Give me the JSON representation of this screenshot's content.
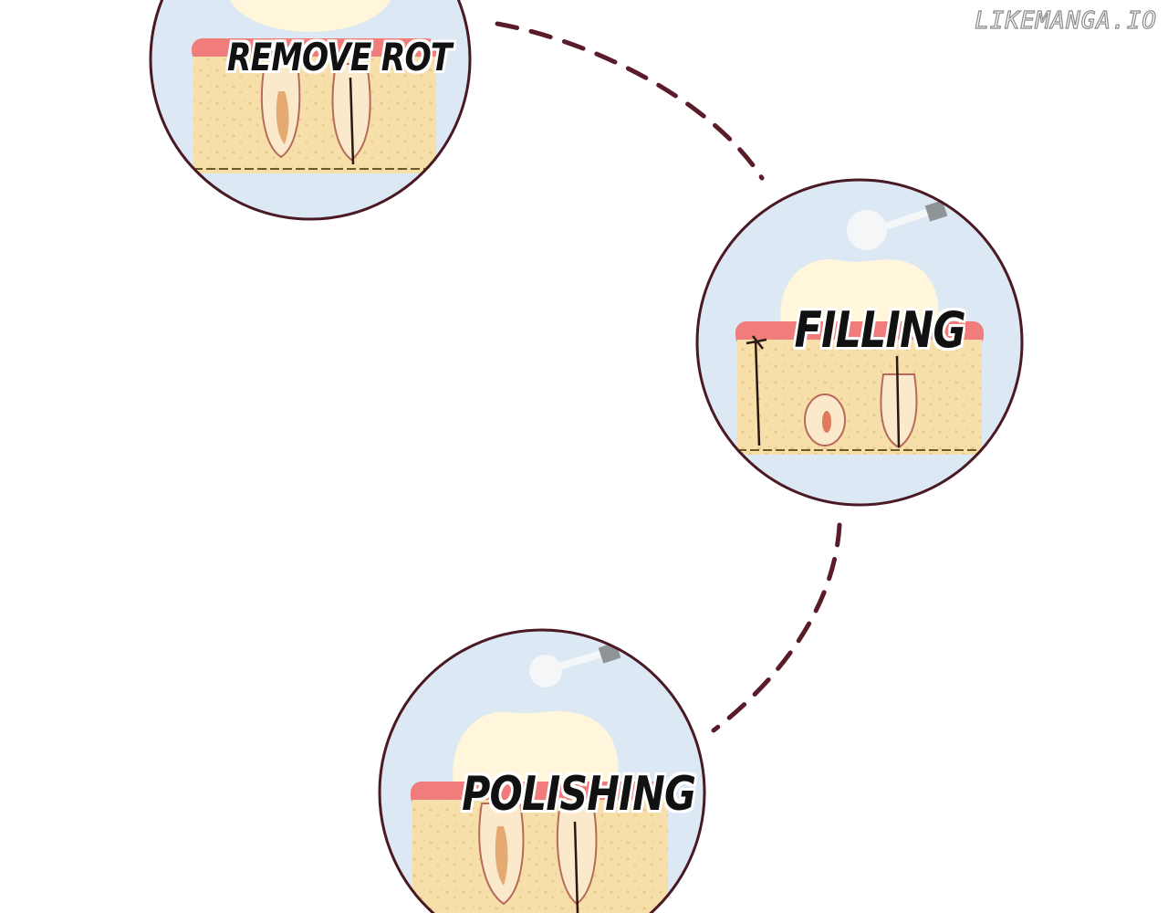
{
  "watermark": "LIKEMANGA.IO",
  "steps": [
    {
      "label": "REMOVE ROT",
      "icon": "tooth-cross-section-icon"
    },
    {
      "label": "FILLING",
      "icon": "tooth-filling-icon"
    },
    {
      "label": "POLISHING",
      "icon": "tooth-polishing-icon"
    }
  ],
  "colors": {
    "circle_border": "#4a1a24",
    "dashed_path": "#5a1c28",
    "sky": "#dce8f4",
    "gum": "#f07c7c",
    "bone": "#f6dfa8",
    "enamel": "#fff6dc",
    "root_outline": "#b86a5a",
    "nerve_line": "#2a1a14"
  }
}
